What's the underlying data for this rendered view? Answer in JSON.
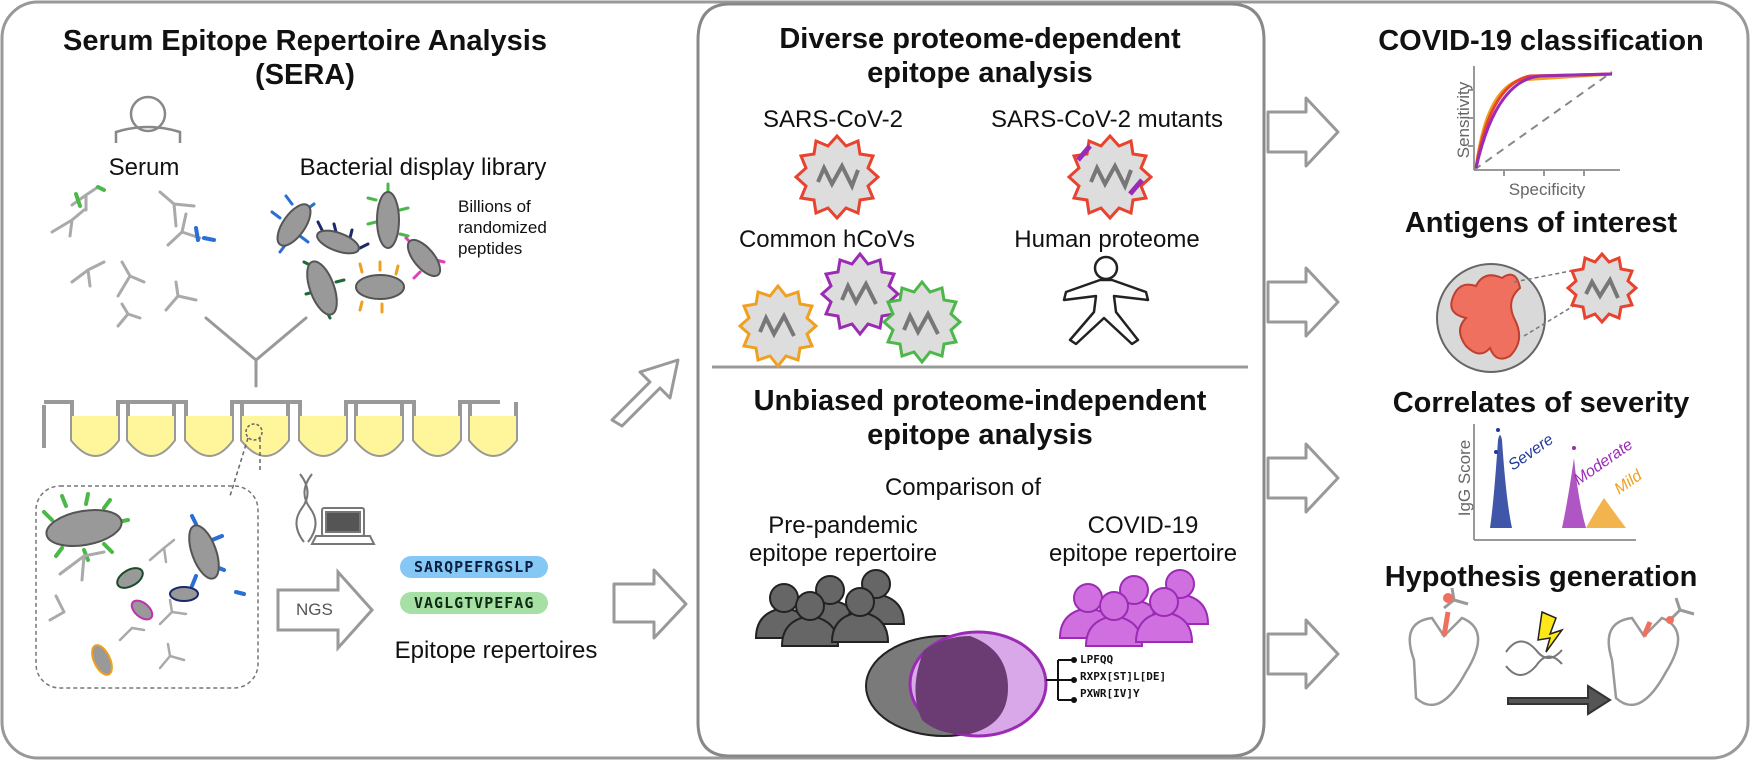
{
  "left": {
    "title_line1": "Serum Epitope Repertoire Analysis",
    "title_line2": "(SERA)",
    "serum_label": "Serum",
    "library_label": "Bacterial display library",
    "billions_line1": "Billions of",
    "billions_line2": "randomized",
    "billions_line3": "peptides",
    "ngs_label": "NGS",
    "sequences": [
      "SARQPEFRGSLP",
      "VAGLGTVPEFAG"
    ],
    "repertoires_label": "Epitope repertoires"
  },
  "middle": {
    "title1_line1": "Diverse proteome-dependent",
    "title1_line2": "epitope analysis",
    "sars_label": "SARS-CoV-2",
    "mutants_label": "SARS-CoV-2 mutants",
    "hcov_label": "Common hCoVs",
    "human_label": "Human proteome",
    "title2_line1": "Unbiased proteome-independent",
    "title2_line2": "epitope analysis",
    "comparison_label": "Comparison of",
    "pre_line1": "Pre-pandemic",
    "pre_line2": "epitope repertoire",
    "covid_line1": "COVID-19",
    "covid_line2": "epitope repertoire",
    "motifs": [
      "LPFQQ",
      "RXPX[ST]L[DE]",
      "PXWR[IV]Y"
    ]
  },
  "right": {
    "classification_title": "COVID-19 classification",
    "sensitivity_label": "Sensitivity",
    "specificity_label": "Specificity",
    "antigens_title": "Antigens of interest",
    "severity_title": "Correlates of severity",
    "igg_label": "IgG Score",
    "severe_label": "Severe",
    "moderate_label": "Moderate",
    "mild_label": "Mild",
    "hypothesis_title": "Hypothesis generation"
  },
  "colors": {
    "red": "#e8432e",
    "purple": "#9b2bb5",
    "orange": "#f0a020",
    "green": "#4cb84a",
    "blue": "#2a6fd6",
    "yellow": "#fff59a",
    "navy": "#1f3a9a"
  }
}
